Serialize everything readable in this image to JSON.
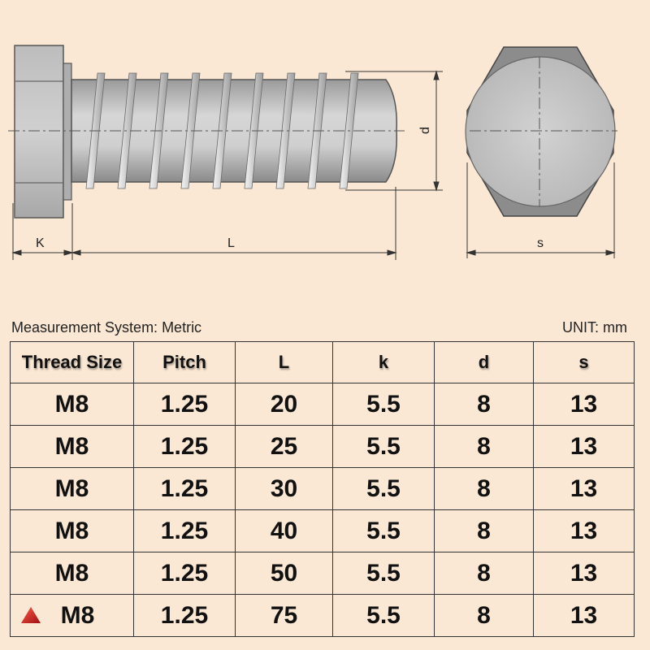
{
  "diagram": {
    "dimension_labels": {
      "k": "K",
      "l": "L",
      "d": "d",
      "s": "s"
    }
  },
  "meta": {
    "measurement_system": "Measurement System: Metric",
    "unit": "UNIT: mm"
  },
  "table": {
    "headers": [
      "Thread Size",
      "Pitch",
      "L",
      "k",
      "d",
      "s"
    ],
    "rows": [
      [
        "M8",
        "1.25",
        "20",
        "5.5",
        "8",
        "13"
      ],
      [
        "M8",
        "1.25",
        "25",
        "5.5",
        "8",
        "13"
      ],
      [
        "M8",
        "1.25",
        "30",
        "5.5",
        "8",
        "13"
      ],
      [
        "M8",
        "1.25",
        "40",
        "5.5",
        "8",
        "13"
      ],
      [
        "M8",
        "1.25",
        "50",
        "5.5",
        "8",
        "13"
      ],
      [
        "M8",
        "1.25",
        "75",
        "5.5",
        "8",
        "13"
      ]
    ],
    "marker_icon": "red-triangle-icon",
    "marker_color": "#d42020"
  },
  "colors": {
    "background": "#fbe8d4",
    "metal": "#c9c9c9",
    "metal_dark": "#8f8f8f"
  }
}
